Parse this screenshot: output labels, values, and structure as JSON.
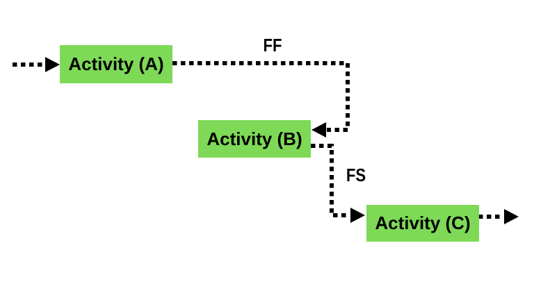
{
  "diagram": {
    "type": "activity-dependency-diagram",
    "colors": {
      "node_fill": "#7ED957",
      "line": "#000000",
      "background": "#FFFFFF"
    },
    "nodes": [
      {
        "id": "A",
        "label": "Activity (A)"
      },
      {
        "id": "B",
        "label": "Activity (B)"
      },
      {
        "id": "C",
        "label": "Activity (C)"
      }
    ],
    "edges": [
      {
        "from": "start",
        "to": "A",
        "label": ""
      },
      {
        "from": "A",
        "to": "B",
        "label": "FF"
      },
      {
        "from": "B",
        "to": "C",
        "label": "FS"
      },
      {
        "from": "C",
        "to": "end",
        "label": ""
      }
    ]
  }
}
